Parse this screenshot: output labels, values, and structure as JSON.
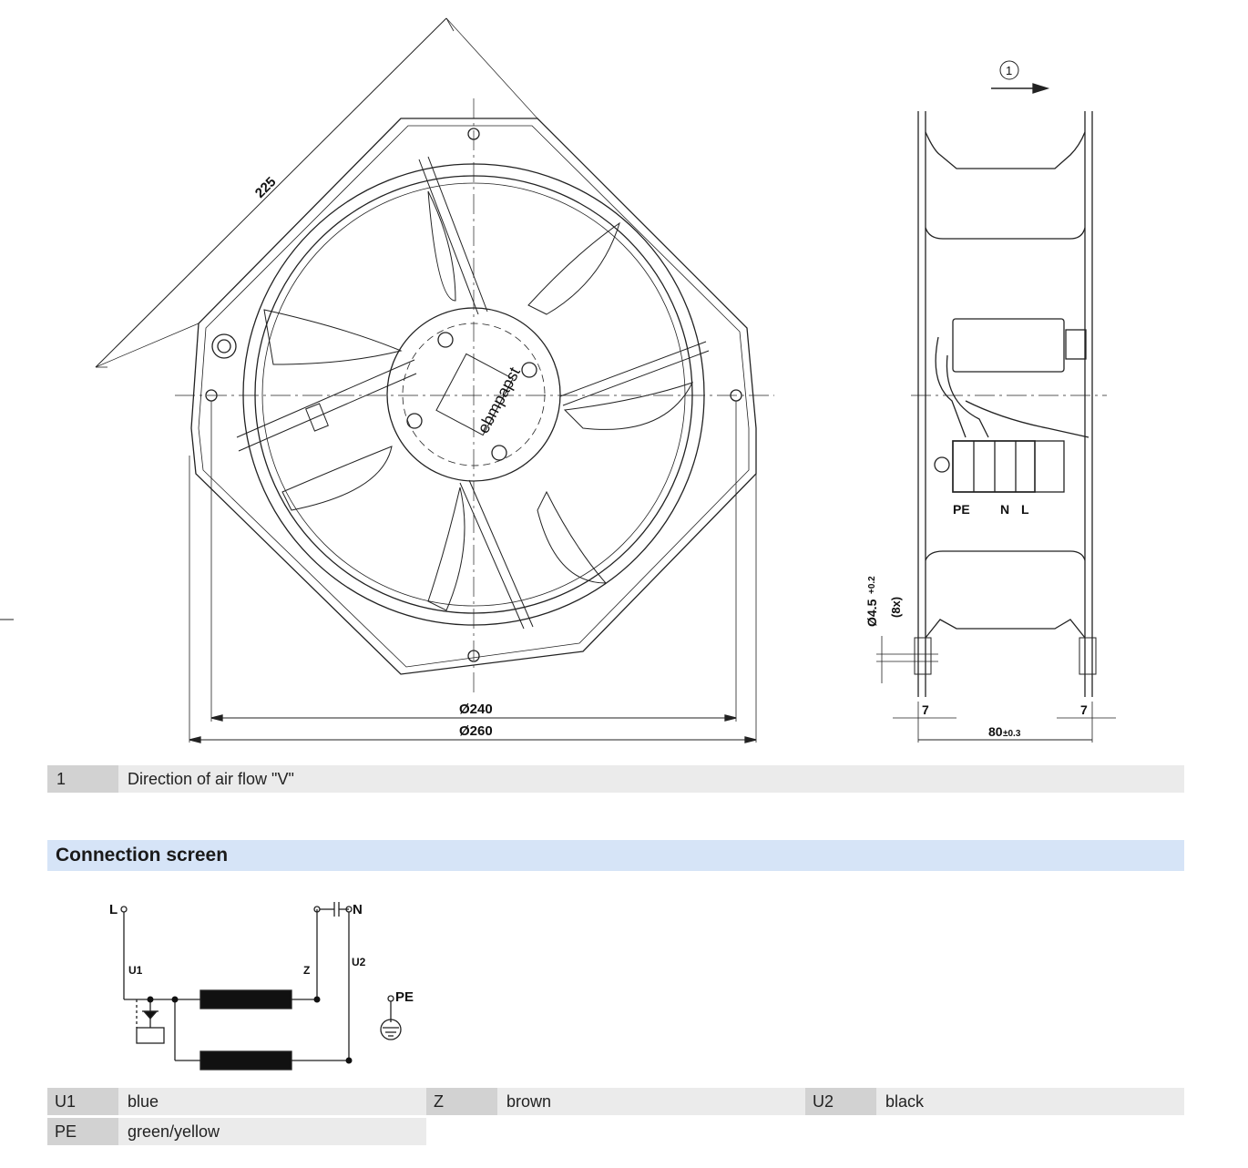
{
  "drawing_labels": {
    "square_dim": "225",
    "dia_240": "Ø240",
    "dia_260": "Ø260",
    "brand": "ebmpapst",
    "airflow_marker": "1",
    "hole_dim": "Ø4.5",
    "hole_tol": "+0.2",
    "hole_count": "(8x)",
    "dim_left": "7",
    "dim_right": "7",
    "depth": "80",
    "depth_tol": "±0.3",
    "term_pe": "PE",
    "term_n": "N",
    "term_l": "L"
  },
  "legend": {
    "key": "1",
    "value": "Direction of air flow \"V\""
  },
  "connection": {
    "title": "Connection screen",
    "labels": {
      "L": "L",
      "N": "N",
      "U1": "U1",
      "Z": "Z",
      "U2": "U2",
      "PE": "PE"
    }
  },
  "wires": [
    {
      "code": "U1",
      "color": "blue"
    },
    {
      "code": "Z",
      "color": "brown"
    },
    {
      "code": "U2",
      "color": "black"
    },
    {
      "code": "PE",
      "color": "green/yellow"
    }
  ]
}
